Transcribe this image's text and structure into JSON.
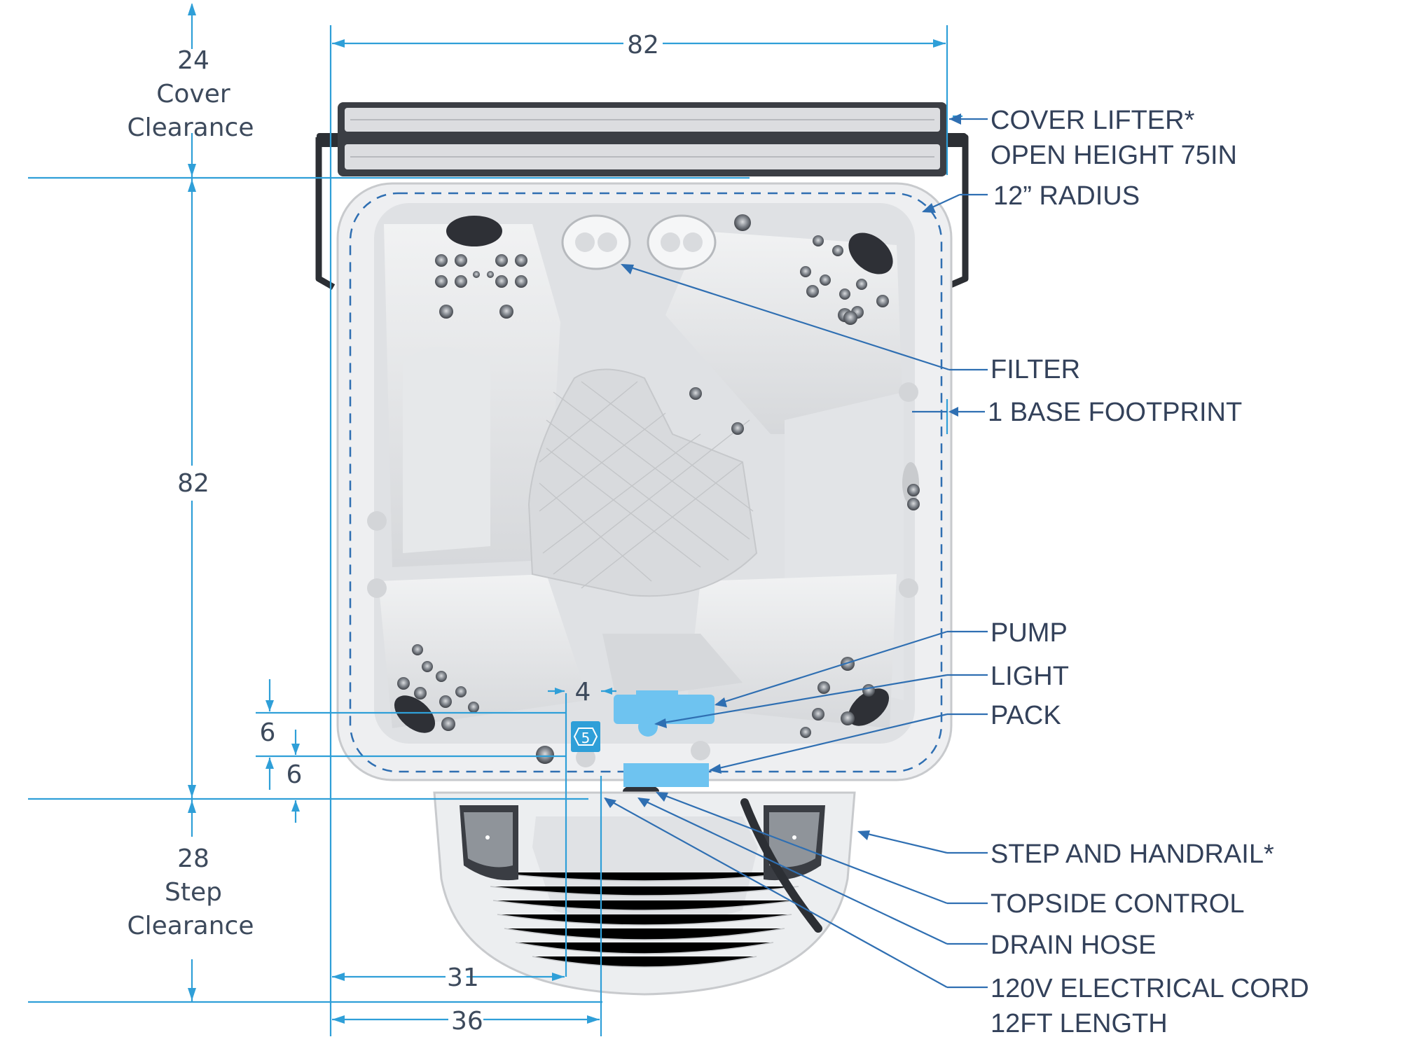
{
  "dimensions": {
    "cover_clearance": {
      "value": "24",
      "line1": "Cover",
      "line2": "Clearance"
    },
    "height": "82",
    "width": "82",
    "step_clearance": {
      "value": "28",
      "line1": "Step",
      "line2": "Clearance"
    },
    "offset_31": "31",
    "offset_36": "36",
    "offset_4": "4",
    "offset_6a": "6",
    "offset_6b": "6",
    "badge": "5"
  },
  "labels": {
    "cover_lifter_1": "COVER LIFTER*",
    "cover_lifter_2": "OPEN HEIGHT 75IN",
    "radius": "12” RADIUS",
    "filter": "FILTER",
    "base_footprint": "1 BASE FOOTPRINT",
    "pump": "PUMP",
    "light": "LIGHT",
    "pack": "PACK",
    "step_handrail": "STEP AND HANDRAIL*",
    "topside_control": "TOPSIDE CONTROL",
    "drain_hose": "DRAIN HOSE",
    "cord_1": "120V ELECTRICAL CORD",
    "cord_2": "12FT LENGTH"
  },
  "colors": {
    "dimension_line": "#2f9fd8",
    "leader_line": "#2f6fb2",
    "text": "#33415a",
    "shell": "#e9eaec",
    "equipment": "#6ec3f0"
  }
}
